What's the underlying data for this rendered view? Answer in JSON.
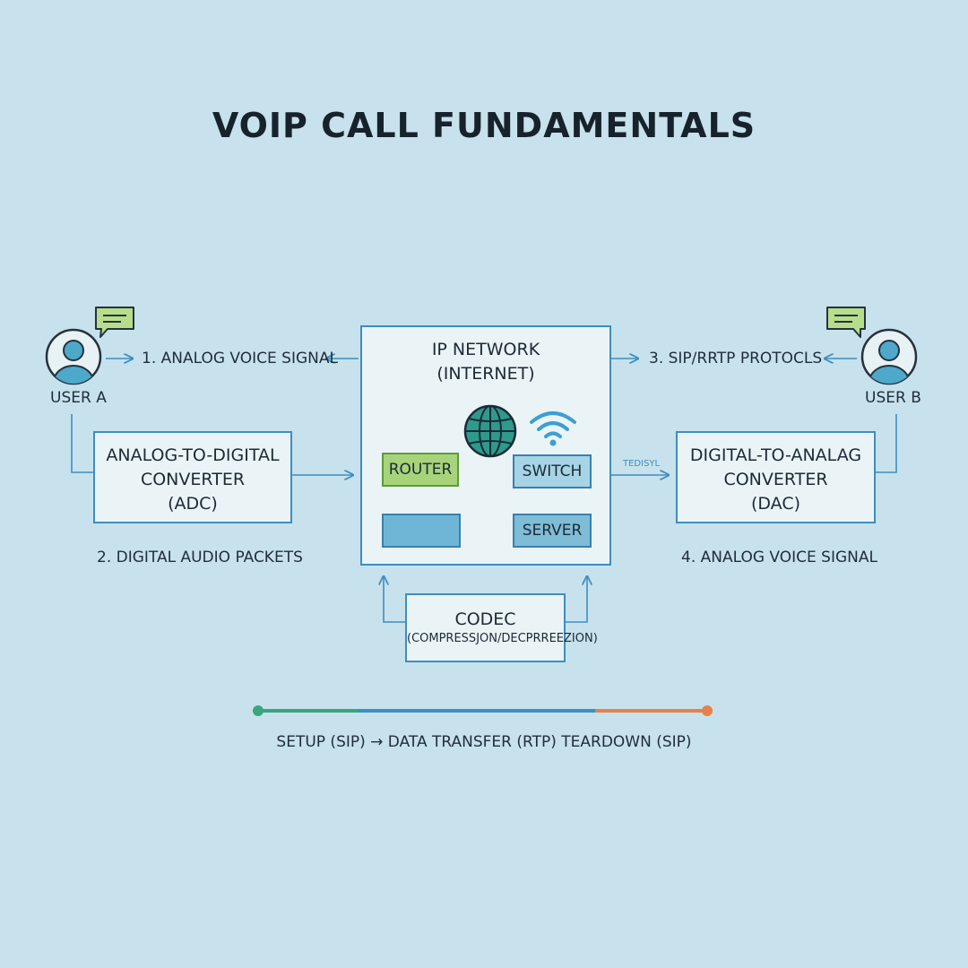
{
  "title": "VOIP CALL FUNDAMENTALS",
  "users": {
    "a": {
      "label": "USER A"
    },
    "b": {
      "label": "USER B"
    }
  },
  "steps": {
    "step1": "1. ANALOG VOICE SIGNAL",
    "step2": "2. DIGITAL AUDIO PACKETS",
    "step3": "3. SIP/RRTP PROTOCLS",
    "step4": "4. ANALOG VOICE SIGNAL"
  },
  "adc": {
    "line1": "ANALOG-TO-DIGITAL",
    "line2": "CONVERTER",
    "line3": "(ADC)"
  },
  "dac": {
    "line1": "DIGITAL-TO-ANALAG",
    "line2": "CONVERTER",
    "line3": "(DAC)"
  },
  "network": {
    "line1": "IP NETWORK",
    "line2": "(INTERNET)",
    "nodes": {
      "router": "ROUTER",
      "switch": "SWITCH",
      "server": "SERVER"
    }
  },
  "codec": {
    "title": "CODEC",
    "subtitle": "(COMPRESSJON/DECPRREEZION)"
  },
  "arrow_tag": "TEDISYL",
  "timeline": {
    "caption": "SETUP (SIP) → DATA TRANSFER (RTP) TEARDOWN (SIP)",
    "colors": {
      "setup": "#3aa57a",
      "transfer": "#3d8fc4",
      "teardown": "#e8804a"
    }
  },
  "icons": [
    "user-avatar-icon",
    "chat-bubble-icon",
    "globe-icon",
    "wifi-icon"
  ]
}
